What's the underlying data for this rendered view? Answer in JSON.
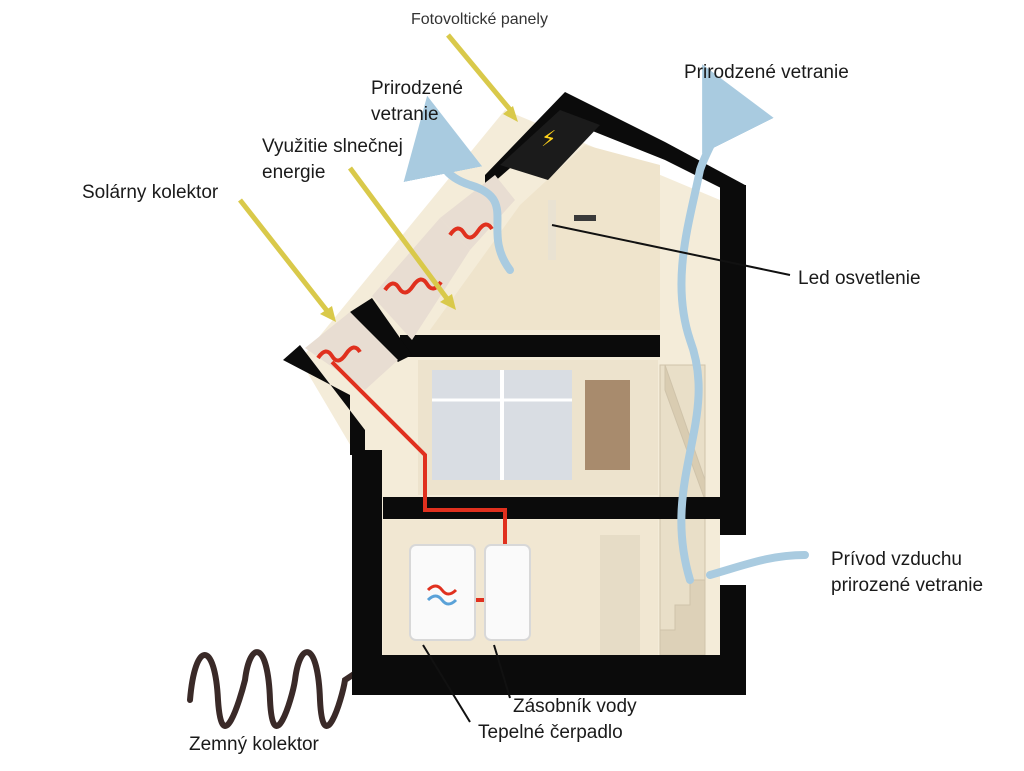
{
  "labels": {
    "photovoltaic": "Fotovoltické panely",
    "natural_vent_roof_line1": "Prirodzené",
    "natural_vent_roof_line2": "vetranie",
    "natural_vent_right": "Prirodzené vetranie",
    "solar_energy_line1": "Využitie slnečnej",
    "solar_energy_line2": "energie",
    "solar_collector": "Solárny kolektor",
    "led_lighting": "Led osvetlenie",
    "air_intake_line1": "Prívod vzduchu",
    "air_intake_line2": "prirozené vetranie",
    "water_tank": "Zásobník vody",
    "heat_pump": "Tepelné čerpadlo",
    "ground_collector": "Zemný kolektor"
  },
  "colors": {
    "walls": "#0b0b0b",
    "interior": "#f4ecd9",
    "sun_arrow": "#d9c94a",
    "air_flow": "#a9cbe0",
    "pipe": "#e0301e"
  },
  "icons": {
    "lightning": "lightning-icon",
    "heat_symbol": "heat-wave-icon"
  }
}
